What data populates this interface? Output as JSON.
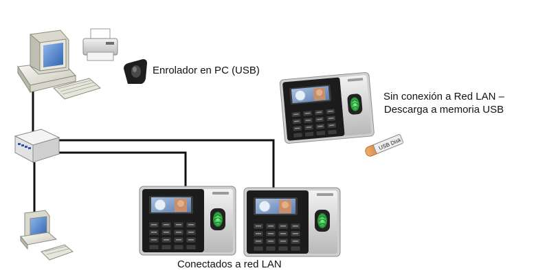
{
  "labels": {
    "enrolador": "Enrolador en PC (USB)",
    "offline_line1": "Sin conexión a Red LAN –",
    "offline_line2": "Descarga a memoria USB",
    "conectados": "Conectados a red LAN"
  },
  "usb_stick_text": "USB Disk",
  "devices": [
    "desktop-computer",
    "printer",
    "fingerprint-enroller",
    "network-switch",
    "laptop-computer",
    "attendance-terminal-offline",
    "attendance-terminal-lan-1",
    "attendance-terminal-lan-2",
    "usb-flash-drive"
  ],
  "colors": {
    "cable": "#111111",
    "terminal_body": "#d9d9d9",
    "terminal_face": "#1a1a1a",
    "screen": "#7e9cc4",
    "keypad": "#2a2a2a",
    "fingerprint_glow": "#2fd04a",
    "monitor_screen": "#5a8fd6",
    "usb_orange": "#e59a55"
  }
}
